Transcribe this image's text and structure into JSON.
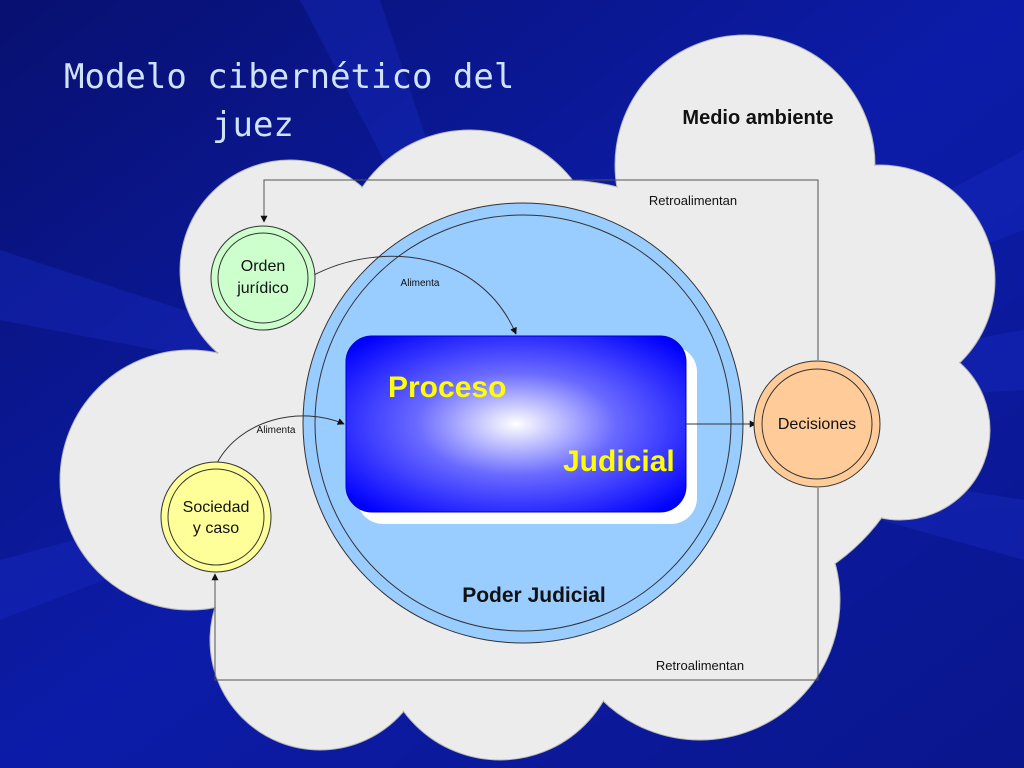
{
  "title": {
    "line1": "Modelo cibernético del",
    "line2": "juez"
  },
  "diagram": {
    "environment_label": "Medio ambiente",
    "power_label": "Poder Judicial",
    "process_word1": "Proceso",
    "process_word2": "Judicial",
    "inputs": {
      "orden_line1": "Orden",
      "orden_line2": "jurídico",
      "sociedad_line1": "Sociedad",
      "sociedad_line2": "y caso"
    },
    "output_label": "Decisiones",
    "edges": {
      "alimenta_top": "Alimenta",
      "alimenta_left": "Alimenta",
      "retro_top": "Retroalimentan",
      "retro_bottom": "Retroalimentan"
    }
  },
  "colors": {
    "background": "#0a1a9a",
    "cloud": "#ececec",
    "power_circle": "#99ccff",
    "process_box": "#0000ff",
    "orden_node": "#ccffcc",
    "sociedad_node": "#ffff99",
    "decisiones_node": "#ffcc99"
  }
}
